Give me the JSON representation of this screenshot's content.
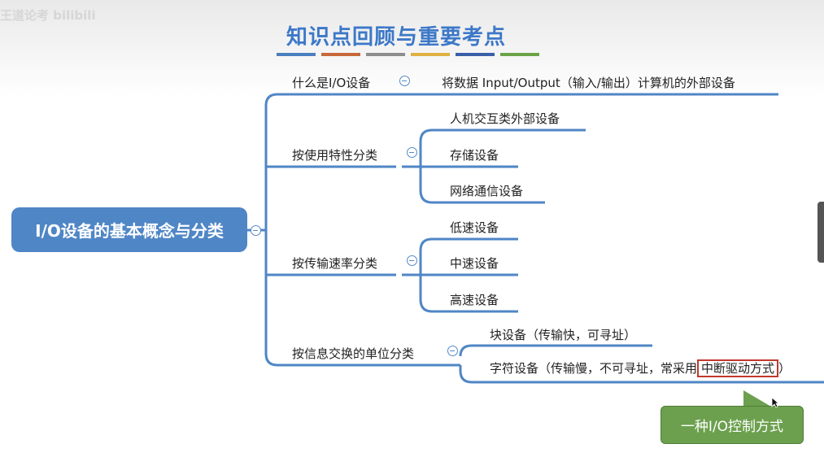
{
  "watermark": "王道论考 bilibili",
  "title": "知识点回顾与重要考点",
  "title_bar_colors": [
    "#4a7fbf",
    "#c8683a",
    "#8e8e8e",
    "#e0b040",
    "#3a5fa8",
    "#6aa346"
  ],
  "root": "I/O设备的基本概念与分类",
  "branches": [
    {
      "label": "什么是I/O设备",
      "children": [
        "将数据 Input/Output（输入/输出）计算机的外部设备"
      ]
    },
    {
      "label": "按使用特性分类",
      "children": [
        "人机交互类外部设备",
        "存储设备",
        "网络通信设备"
      ]
    },
    {
      "label": "按传输速率分类",
      "children": [
        "低速设备",
        "中速设备",
        "高速设备"
      ]
    },
    {
      "label": "按信息交换的单位分类",
      "children": [
        "块设备（传输快，可寻址）"
      ],
      "last_child": {
        "prefix": "字符设备（传输慢，不可寻址，常采用",
        "highlight": "中断驱动方式",
        "suffix": "）"
      }
    }
  ],
  "callout": "一种I/O控制方式",
  "colors": {
    "line": "#4f86c6",
    "root_bg": "#4f86c6",
    "title": "#3c78c8",
    "highlight_box": "#c0392b",
    "callout_bg": "#6ca04e"
  }
}
